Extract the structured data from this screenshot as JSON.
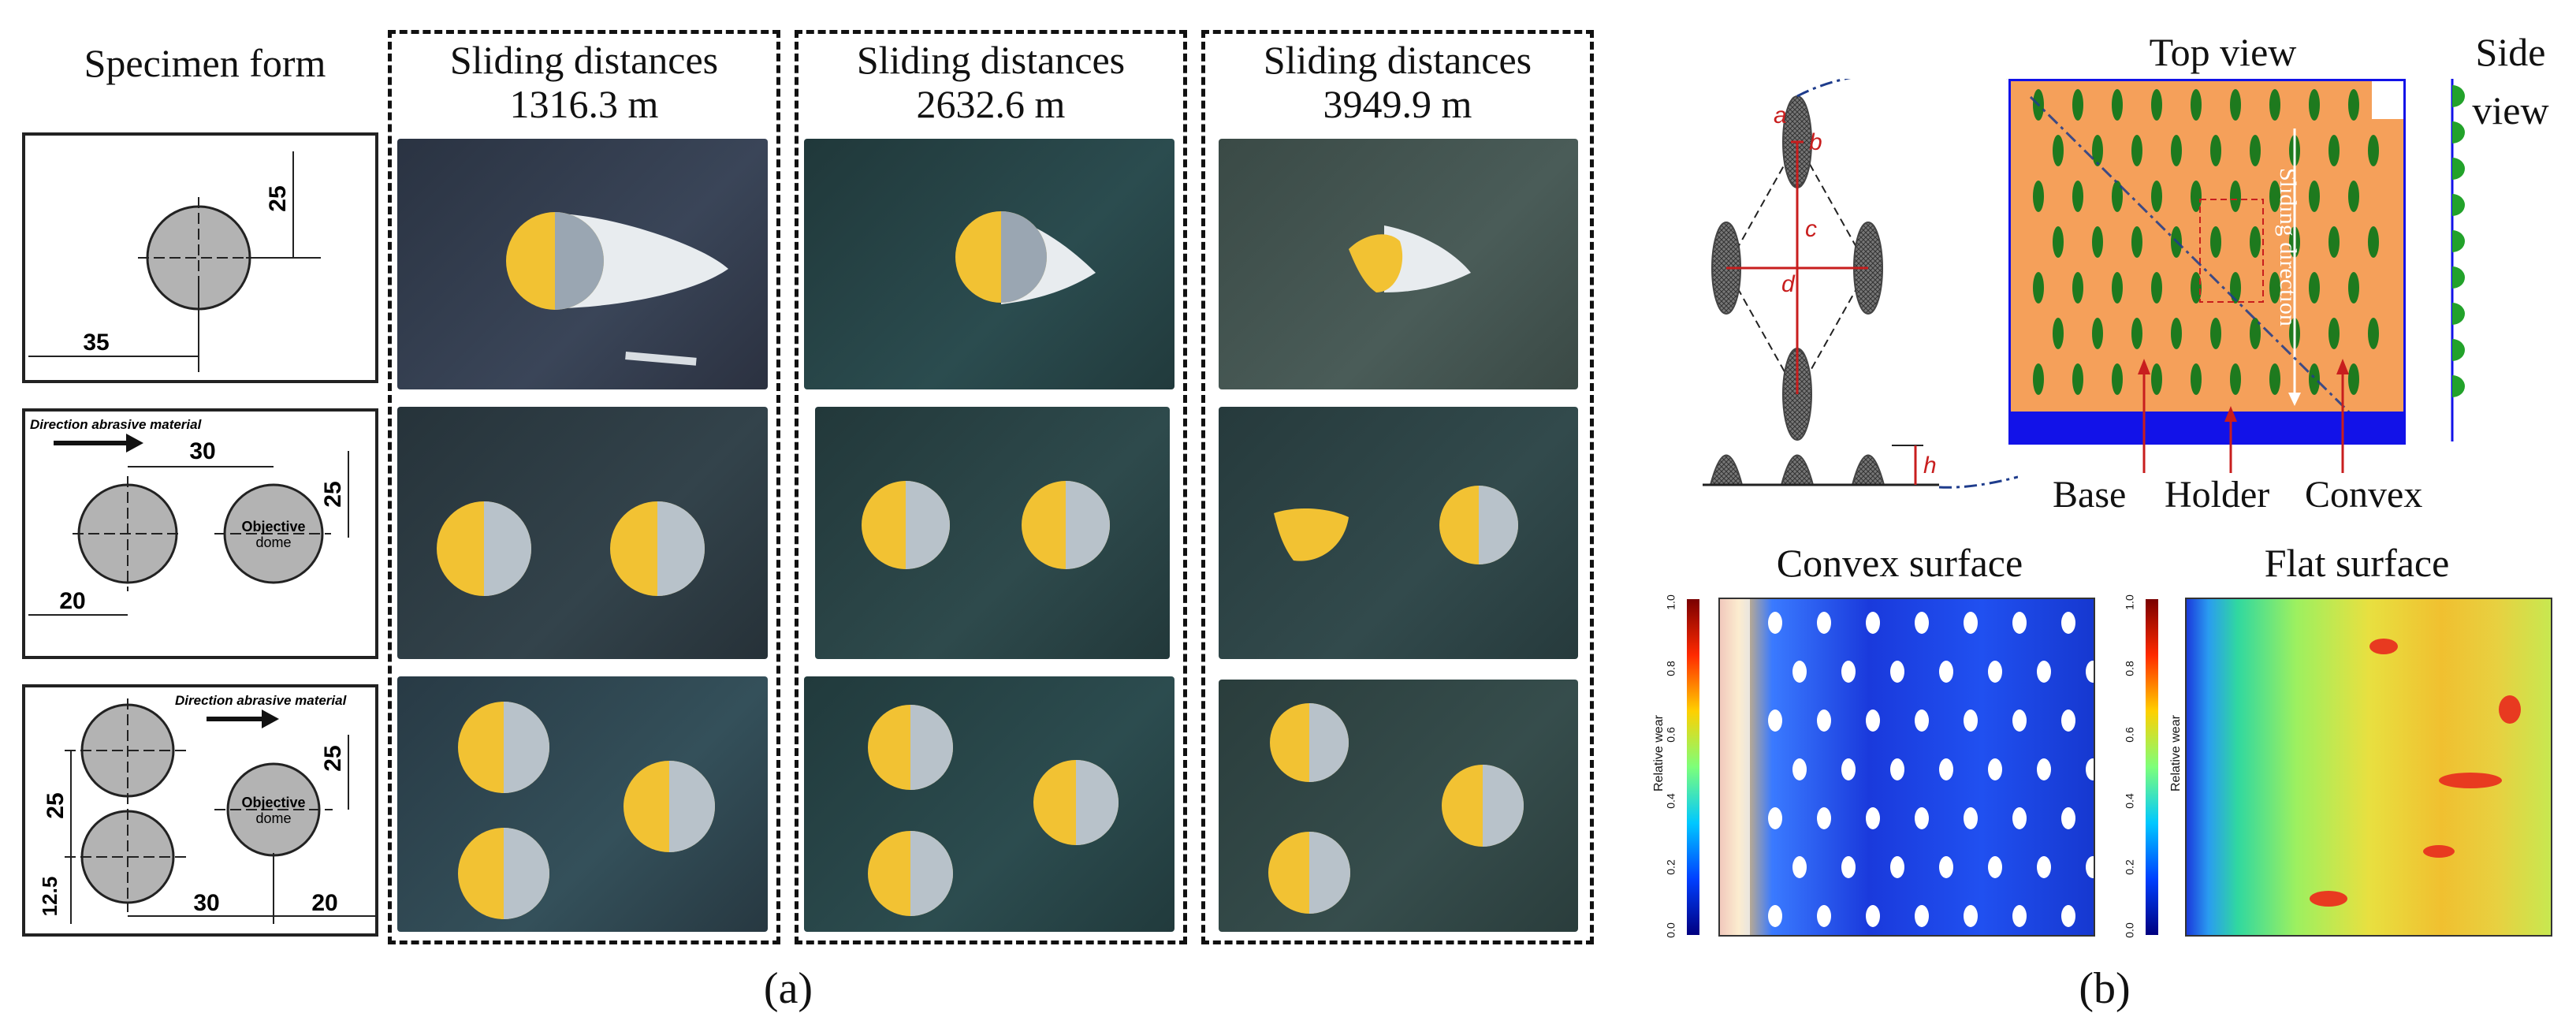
{
  "panel_a": {
    "specimen_heading": "Specimen form",
    "columns": [
      {
        "line1": "Sliding distances",
        "line2": "1316.3 m"
      },
      {
        "line1": "Sliding distances",
        "line2": "2632.6 m"
      },
      {
        "line1": "Sliding distances",
        "line2": "3949.9 m"
      }
    ],
    "diagram1": {
      "dim_vertical": "25",
      "dim_horizontal": "35"
    },
    "diagram2": {
      "direction_label": "Direction abrasive material",
      "dim_spacing": "30",
      "dim_vertical": "25",
      "dim_left": "20",
      "objective_line1": "Objective",
      "objective_line2": "dome"
    },
    "diagram3": {
      "direction_label": "Direction abrasive material",
      "dim_vertical_right": "25",
      "dim_vertical_left": "25",
      "dim_bottom_left": "12.5",
      "dim_spacing": "30",
      "dim_right": "20",
      "objective_line1": "Objective",
      "objective_line2": "dome"
    },
    "caption": "(a)"
  },
  "panel_b": {
    "top_view_title": "Top view",
    "side_view_line1": "Side",
    "side_view_line2": "view",
    "sliding_direction": "Sliding direction",
    "labels": {
      "base": "Base",
      "holder": "Holder",
      "convex": "Convex"
    },
    "letters": {
      "a": "a",
      "b": "b",
      "c": "c",
      "d": "d",
      "h": "h"
    },
    "convex_surface_title": "Convex surface",
    "flat_surface_title": "Flat surface",
    "colorbar_label": "Relative wear",
    "colorbar_ticks": [
      "1.0",
      "0.8",
      "0.6",
      "0.4",
      "0.2",
      "0.0"
    ],
    "caption": "(b)"
  },
  "colors": {
    "orange": "#F5A05A",
    "green": "#1E7A1E",
    "blue": "#1212E8",
    "red": "#C81E1E",
    "yellow": "#F2C233"
  }
}
